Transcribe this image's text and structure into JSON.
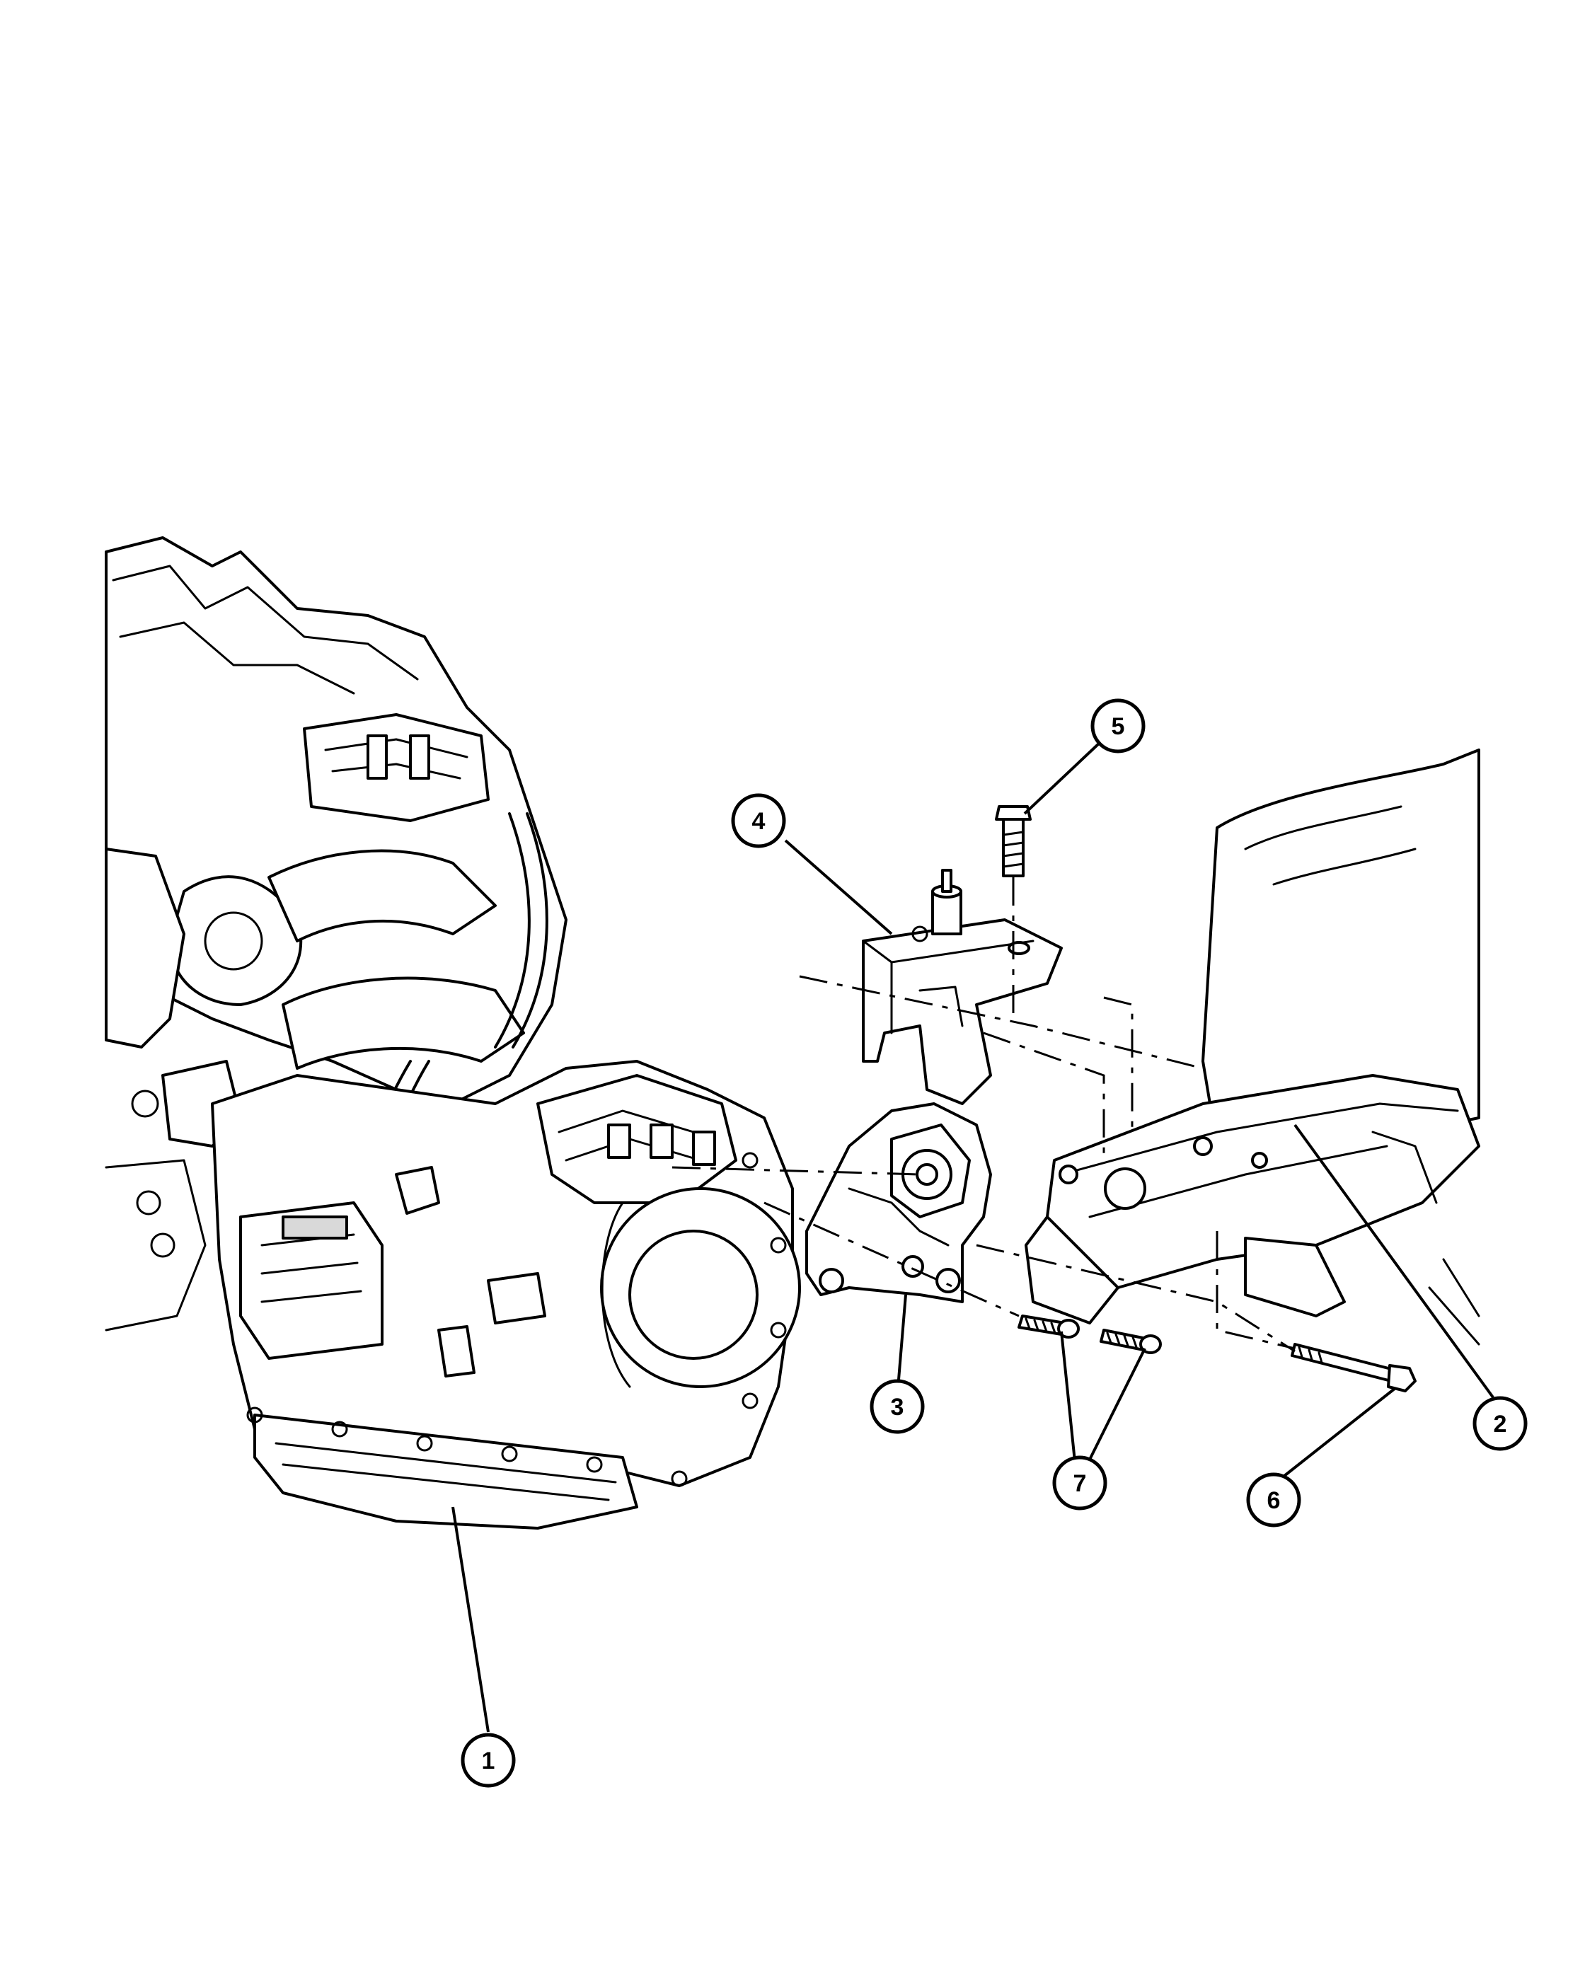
{
  "callouts": [
    {
      "id": "1",
      "label": "1",
      "part": "transmission"
    },
    {
      "id": "2",
      "label": "2",
      "part": "frame-rail"
    },
    {
      "id": "3",
      "label": "3",
      "part": "mount-insulator"
    },
    {
      "id": "4",
      "label": "4",
      "part": "mount-bracket"
    },
    {
      "id": "5",
      "label": "5",
      "part": "bolt-vertical"
    },
    {
      "id": "6",
      "label": "6",
      "part": "bolt-long"
    },
    {
      "id": "7",
      "label": "7",
      "part": "bolts-pair"
    }
  ]
}
